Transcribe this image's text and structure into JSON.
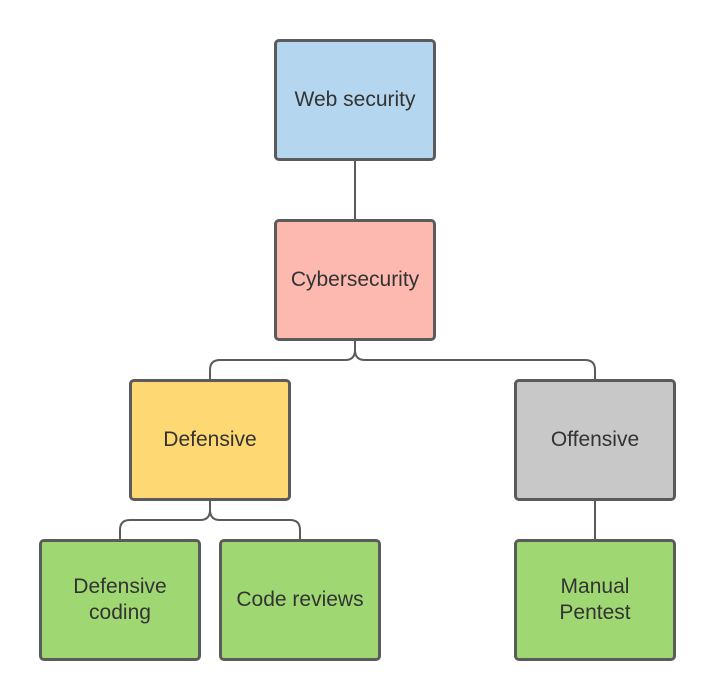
{
  "nodes": {
    "web_security": {
      "label": "Web security",
      "color": "#b5d6ef"
    },
    "cybersecurity": {
      "label": "Cybersecurity",
      "color": "#fdb8b0"
    },
    "defensive": {
      "label": "Defensive",
      "color": "#fdd873"
    },
    "offensive": {
      "label": "Offensive",
      "color": "#c8c8c8"
    },
    "defensive_coding": {
      "label": "Defensive\ncoding",
      "color": "#9fd873"
    },
    "code_reviews": {
      "label": "Code reviews",
      "color": "#9fd873"
    },
    "manual_pentest": {
      "label": "Manual\nPentest",
      "color": "#9fd873"
    }
  },
  "edges": [
    {
      "from": "web_security",
      "to": "cybersecurity"
    },
    {
      "from": "cybersecurity",
      "to": "defensive"
    },
    {
      "from": "cybersecurity",
      "to": "offensive"
    },
    {
      "from": "defensive",
      "to": "defensive_coding"
    },
    {
      "from": "defensive",
      "to": "code_reviews"
    },
    {
      "from": "offensive",
      "to": "manual_pentest"
    }
  ],
  "style": {
    "border_color": "#5b5b5b",
    "connector_color": "#5b5b5b",
    "text_color": "#333333"
  }
}
